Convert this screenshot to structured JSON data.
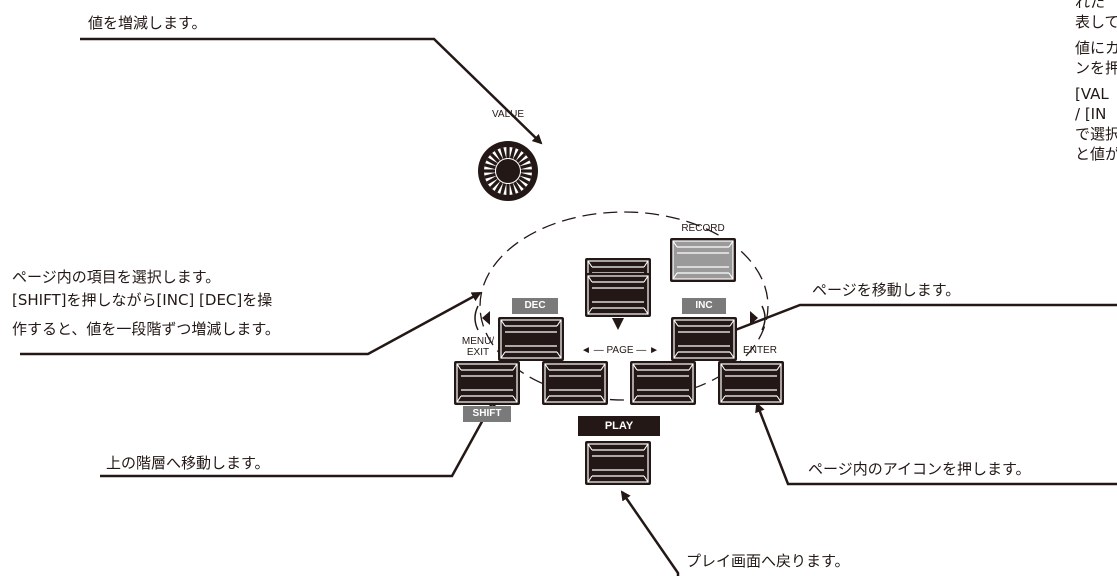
{
  "callouts": {
    "value_knob": "値を増減します。",
    "arrows_line1": "ページ内の項目を選択します。",
    "arrows_line2": "[SHIFT]を押しながら[INC]  [DEC]を操",
    "arrows_line3": "作すると、値を一段階ずつ増減します。",
    "page": "ページを移動します。",
    "menu_exit": "上の階層へ移動します。",
    "enter": "ページ内のアイコンを押します。",
    "play": "プレイ画面へ戻ります。"
  },
  "panel": {
    "value_label": "VALUE",
    "record_label": "RECORD",
    "dec_label": "DEC",
    "inc_label": "INC",
    "menu_exit_line1": "MENU/",
    "menu_exit_line2": "EXIT",
    "page_label": "◄ — PAGE — ►",
    "enter_label": "ENTER",
    "shift_label": "SHIFT",
    "play_label": "PLAY"
  },
  "right_column_clipped": {
    "line1": "れた",
    "line2": "表して",
    "line3": "値にカ",
    "line4": "ンを押",
    "line5": "[VAL",
    "line6": "/ [IN",
    "line7": "で選択",
    "line8": "と値が"
  },
  "colors": {
    "ink": "#231815",
    "tag_gray": "#7a7a7a",
    "button_face": "#ffffff"
  }
}
